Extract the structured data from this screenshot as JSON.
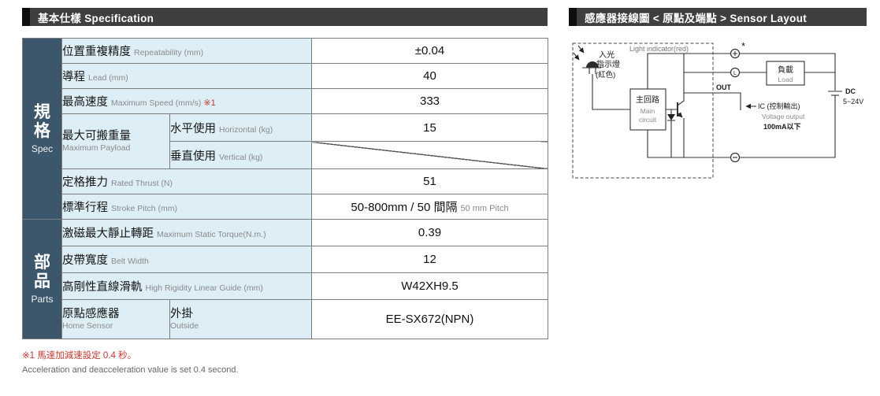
{
  "colors": {
    "header_bar": "#3f3f3f",
    "group_cell_blue": "#3c566b",
    "label_cell_blue": "#ddeef6",
    "footnote_red": "#c2362f"
  },
  "spec_panel": {
    "title": "基本仕樣 Specification",
    "group_spec": {
      "line1": "規",
      "line2": "格",
      "en": "Spec"
    },
    "group_parts": {
      "line1": "部",
      "line2": "品",
      "en": "Parts"
    },
    "rows": {
      "repeatability": {
        "zh": "位置重複精度",
        "en": "Repeatability (mm)",
        "value": "±0.04"
      },
      "lead": {
        "zh": "導程",
        "en": "Lead (mm)",
        "value": "40"
      },
      "max_speed": {
        "zh": "最高速度",
        "en": "Maximum Speed (mm/s)",
        "note_ref": "※1",
        "value": "333"
      },
      "max_payload": {
        "zh": "最大可搬重量",
        "en": "Maximum Payload"
      },
      "payload_horizontal": {
        "zh": "水平使用",
        "en": "Horizontal (kg)",
        "value": "15"
      },
      "payload_vertical": {
        "zh": "垂直使用",
        "en": "Vertical (kg)"
      },
      "rated_thrust": {
        "zh": "定格推力",
        "en": "Rated Thrust (N)",
        "value": "51"
      },
      "stroke_pitch": {
        "zh": "標準行程",
        "en": "Stroke Pitch (mm)",
        "value": "50-800mm / 50 間隔",
        "value_suffix": "50 mm Pitch"
      },
      "static_torque": {
        "zh": "激磁最大靜止轉距",
        "en": "Maximum Static Torque(N.m.)",
        "value": "0.39"
      },
      "belt_width": {
        "zh": "皮帶寬度",
        "en": "Belt Width",
        "value": "12"
      },
      "linear_guide": {
        "zh": "高剛性直線滑軌",
        "en": "High Rigidity Linear Guide (mm)",
        "value": "W42XH9.5"
      },
      "home_sensor": {
        "zh": "原點感應器",
        "en": "Home Sensor",
        "mount_zh": "外掛",
        "mount_en": "Outside",
        "value": "EE-SX672(NPN)"
      }
    },
    "footnote_zh": "※1 馬達加減速設定 0.4 秒。",
    "footnote_en": "Acceleration and deacceleration value is set 0.4 second."
  },
  "sensor_panel": {
    "title": "感應器接線圖 < 原點及端點 > Sensor Layout",
    "diagram": {
      "light_indicator": "Light indicator(red)",
      "led_label_1": "入光",
      "led_label_2": "指示燈",
      "led_label_3": "(紅色)",
      "main_circuit_zh": "主回路",
      "main_circuit_en_1": "Main",
      "main_circuit_en_2": "circuit",
      "out_label": "OUT",
      "asterisk": "*",
      "terminal_l": "L",
      "ic_label": "IC (控制輸出)",
      "voltage_output": "Voltage output",
      "current_limit": "100mA以下",
      "load_zh": "負載",
      "load_en": "Load",
      "dc_label": "DC",
      "dc_range": "5~24V"
    }
  }
}
